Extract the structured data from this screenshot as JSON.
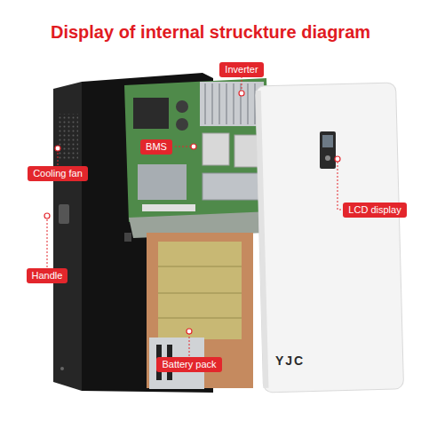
{
  "diagram": {
    "title": "Display of internal struckture diagram",
    "nodes": [
      {
        "text": [
          "Inverter"
        ]
      },
      {
        "text": [
          "BMS"
        ]
      },
      {
        "text": [
          "Cooling fan"
        ]
      },
      {
        "text": [
          "LCD display"
        ]
      },
      {
        "text": [
          "Handle"
        ]
      },
      {
        "text": [
          "Battery pack"
        ]
      }
    ],
    "labels": [
      "YJC"
    ]
  }
}
